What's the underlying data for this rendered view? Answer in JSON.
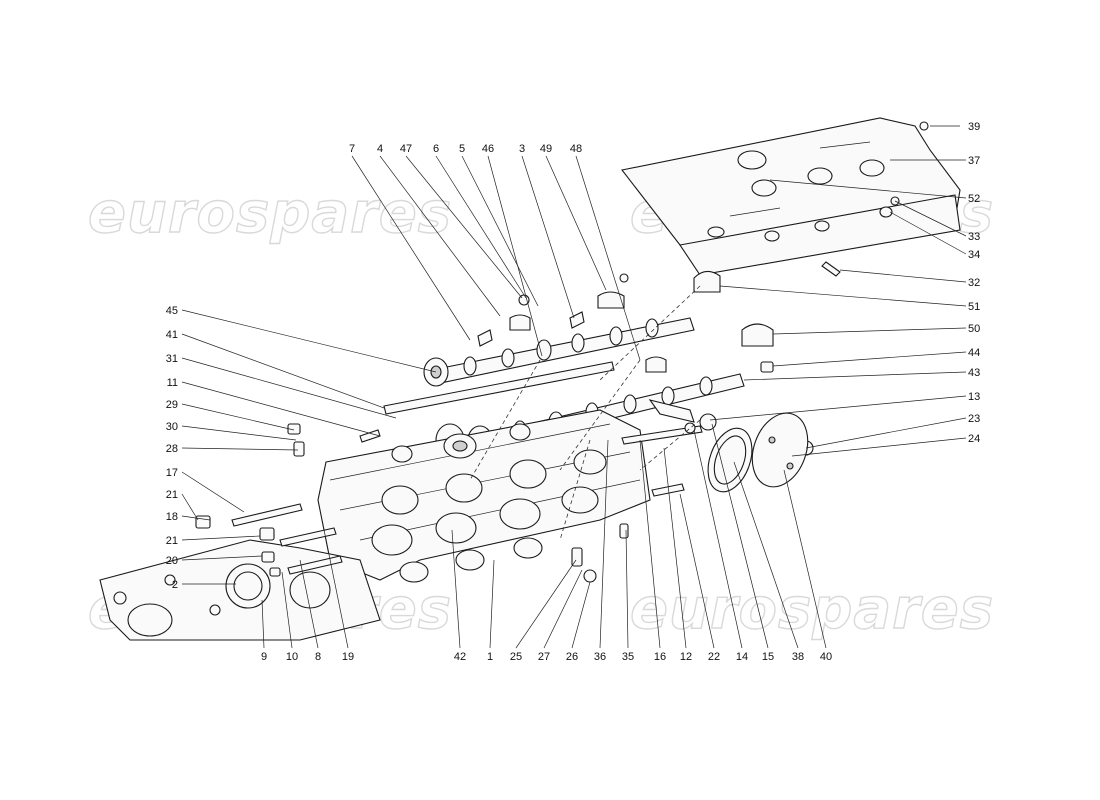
{
  "watermark": {
    "text": "eurospares"
  },
  "callouts_top": [
    "7",
    "4",
    "47",
    "6",
    "5",
    "46",
    "3",
    "49",
    "48"
  ],
  "callouts_right": [
    "39",
    "37",
    "52",
    "33",
    "34",
    "32",
    "51",
    "50",
    "44",
    "43",
    "13",
    "23",
    "24"
  ],
  "callouts_left": [
    "45",
    "41",
    "31",
    "11",
    "29",
    "30",
    "28",
    "17",
    "21",
    "18",
    "21",
    "20",
    "2"
  ],
  "callouts_bottom": [
    "9",
    "10",
    "8",
    "19",
    "42",
    "1",
    "25",
    "27",
    "26",
    "36",
    "35",
    "16",
    "12",
    "22",
    "14",
    "15",
    "38",
    "40"
  ],
  "parts": {
    "cam_cover": "cam-cover",
    "cylinder_head": "cylinder-head",
    "camshaft_upper": "camshaft",
    "camshaft_lower": "camshaft",
    "gasket_ring": "gasket"
  }
}
